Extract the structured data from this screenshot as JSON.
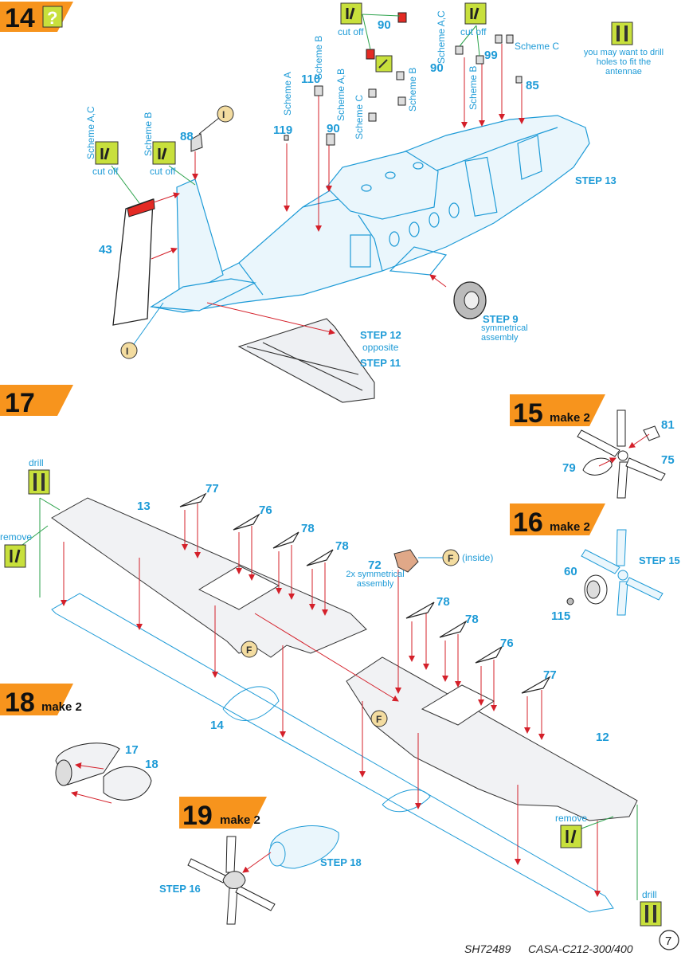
{
  "steps": {
    "s14": {
      "number": "14",
      "question_mark": "?"
    },
    "s15": {
      "number": "15",
      "make": "make 2"
    },
    "s16": {
      "number": "16",
      "make": "make 2"
    },
    "s17": {
      "number": "17"
    },
    "s18": {
      "number": "18",
      "make": "make 2"
    },
    "s19": {
      "number": "19",
      "make": "make 2"
    }
  },
  "colors": {
    "step_badge": "#f7941d",
    "part_blue": "#1e9bd7",
    "arrow_red": "#d4202a",
    "guide_green": "#2aa24a",
    "icon_green": "#c8e03c",
    "red_part": "#e42a24"
  },
  "s14": {
    "parts": {
      "p43": "43",
      "p88": "88",
      "p119": "119",
      "p110": "110",
      "p90a": "90",
      "p90b": "90",
      "p90c": "90",
      "p99": "99",
      "p85": "85"
    },
    "schemes": {
      "ac_left": "Scheme A,C",
      "b_left": "Scheme B",
      "a": "Scheme A",
      "b_top": "Scheme B",
      "ab": "Scheme A,B",
      "c": "Scheme C",
      "b_mid": "Scheme B",
      "ac_top": "Scheme A,C",
      "b_right": "Scheme B",
      "c_right": "Scheme C"
    },
    "cut_off": "cut off",
    "drill_note": "you may want to drill holes to fit the antennae",
    "step13": "STEP 13",
    "step12": "STEP 12",
    "opposite": "opposite",
    "step11": "STEP 11",
    "step9": "STEP 9",
    "symmetrical": "symmetrical assembly",
    "glue_i": "I"
  },
  "s15": {
    "p81": "81",
    "p79": "79",
    "p75": "75"
  },
  "s16": {
    "p60": "60",
    "p115": "115",
    "step15": "STEP 15"
  },
  "s17": {
    "drill": "drill",
    "remove": "remove",
    "p13": "13",
    "p14": "14",
    "p12": "12",
    "p77a": "77",
    "p76a": "76",
    "p78a": "78",
    "p78b": "78",
    "p78c": "78",
    "p78d": "78",
    "p76b": "76",
    "p77b": "77",
    "p72": "72",
    "p72_note": "2x symmetrical assembly",
    "inside": "(inside)",
    "glue_f": "F"
  },
  "s18": {
    "p17": "17",
    "p18": "18"
  },
  "s19": {
    "step18": "STEP 18",
    "step16": "STEP 16"
  },
  "footer": {
    "code": "SH72489",
    "title": "CASA-C212-300/400",
    "page": "7"
  }
}
